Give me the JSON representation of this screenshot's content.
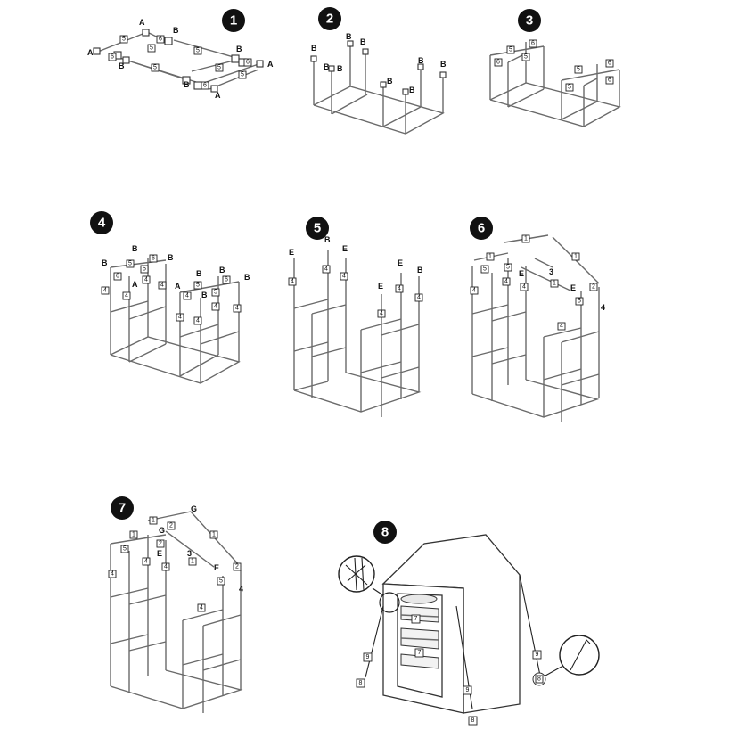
{
  "steps": [
    {
      "number": "1"
    },
    {
      "number": "2"
    },
    {
      "number": "3"
    },
    {
      "number": "4"
    },
    {
      "number": "5"
    },
    {
      "number": "6"
    },
    {
      "number": "7"
    },
    {
      "number": "8"
    }
  ],
  "letters": {
    "a": "A",
    "b": "B",
    "e": "E",
    "g": "G"
  },
  "parts": {
    "p1": "1",
    "p2": "2",
    "p3": "3",
    "p4": "4",
    "p5": "5",
    "p6": "6",
    "p7": "7",
    "p8": "8",
    "p9": "9"
  }
}
